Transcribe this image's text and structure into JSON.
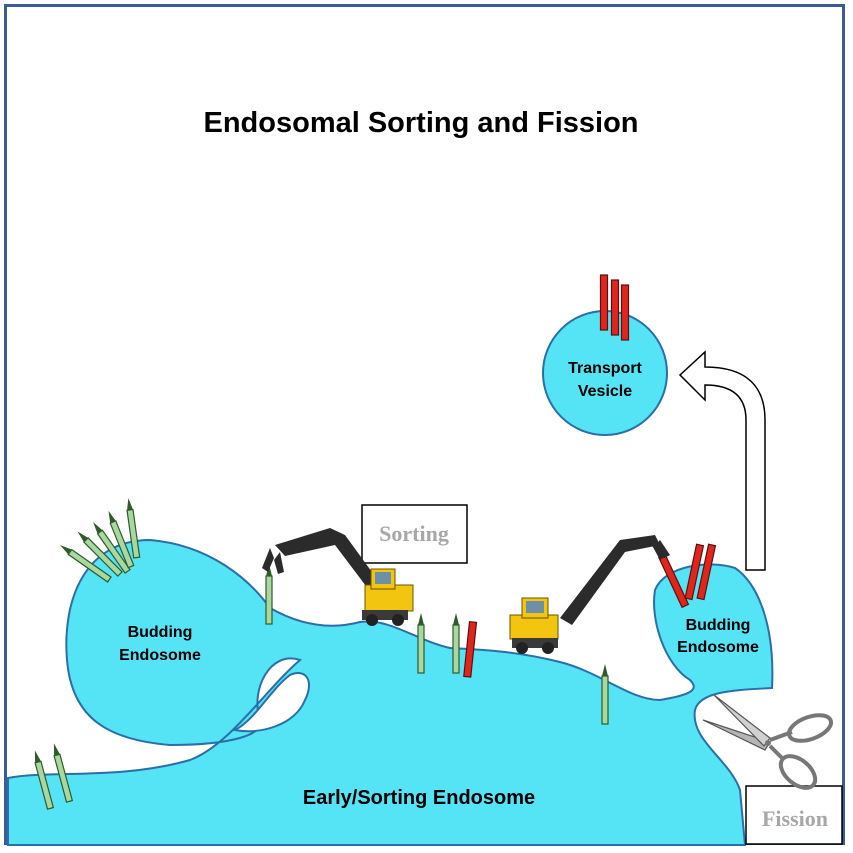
{
  "title": "Endosomal Sorting and Fission",
  "labels": {
    "transport_vesicle_line1": "Transport",
    "transport_vesicle_line2": "Vesicle",
    "budding_left_line1": "Budding",
    "budding_left_line2": "Endosome",
    "budding_right_line1": "Budding",
    "budding_right_line2": "Endosome",
    "early_sorting": "Early/Sorting Endosome",
    "sorting_box": "Sorting",
    "fission_box": "Fission"
  },
  "colors": {
    "membrane_fill": "#55e3f6",
    "membrane_stroke": "#2a6fa8",
    "frame_border": "#3b5a99",
    "green_cargo": "#a8d8a0",
    "red_cargo": "#e0261b",
    "excavator_body": "#f2c511"
  },
  "icons": [
    "excavator-icon",
    "scissors-icon",
    "arrow-icon"
  ]
}
